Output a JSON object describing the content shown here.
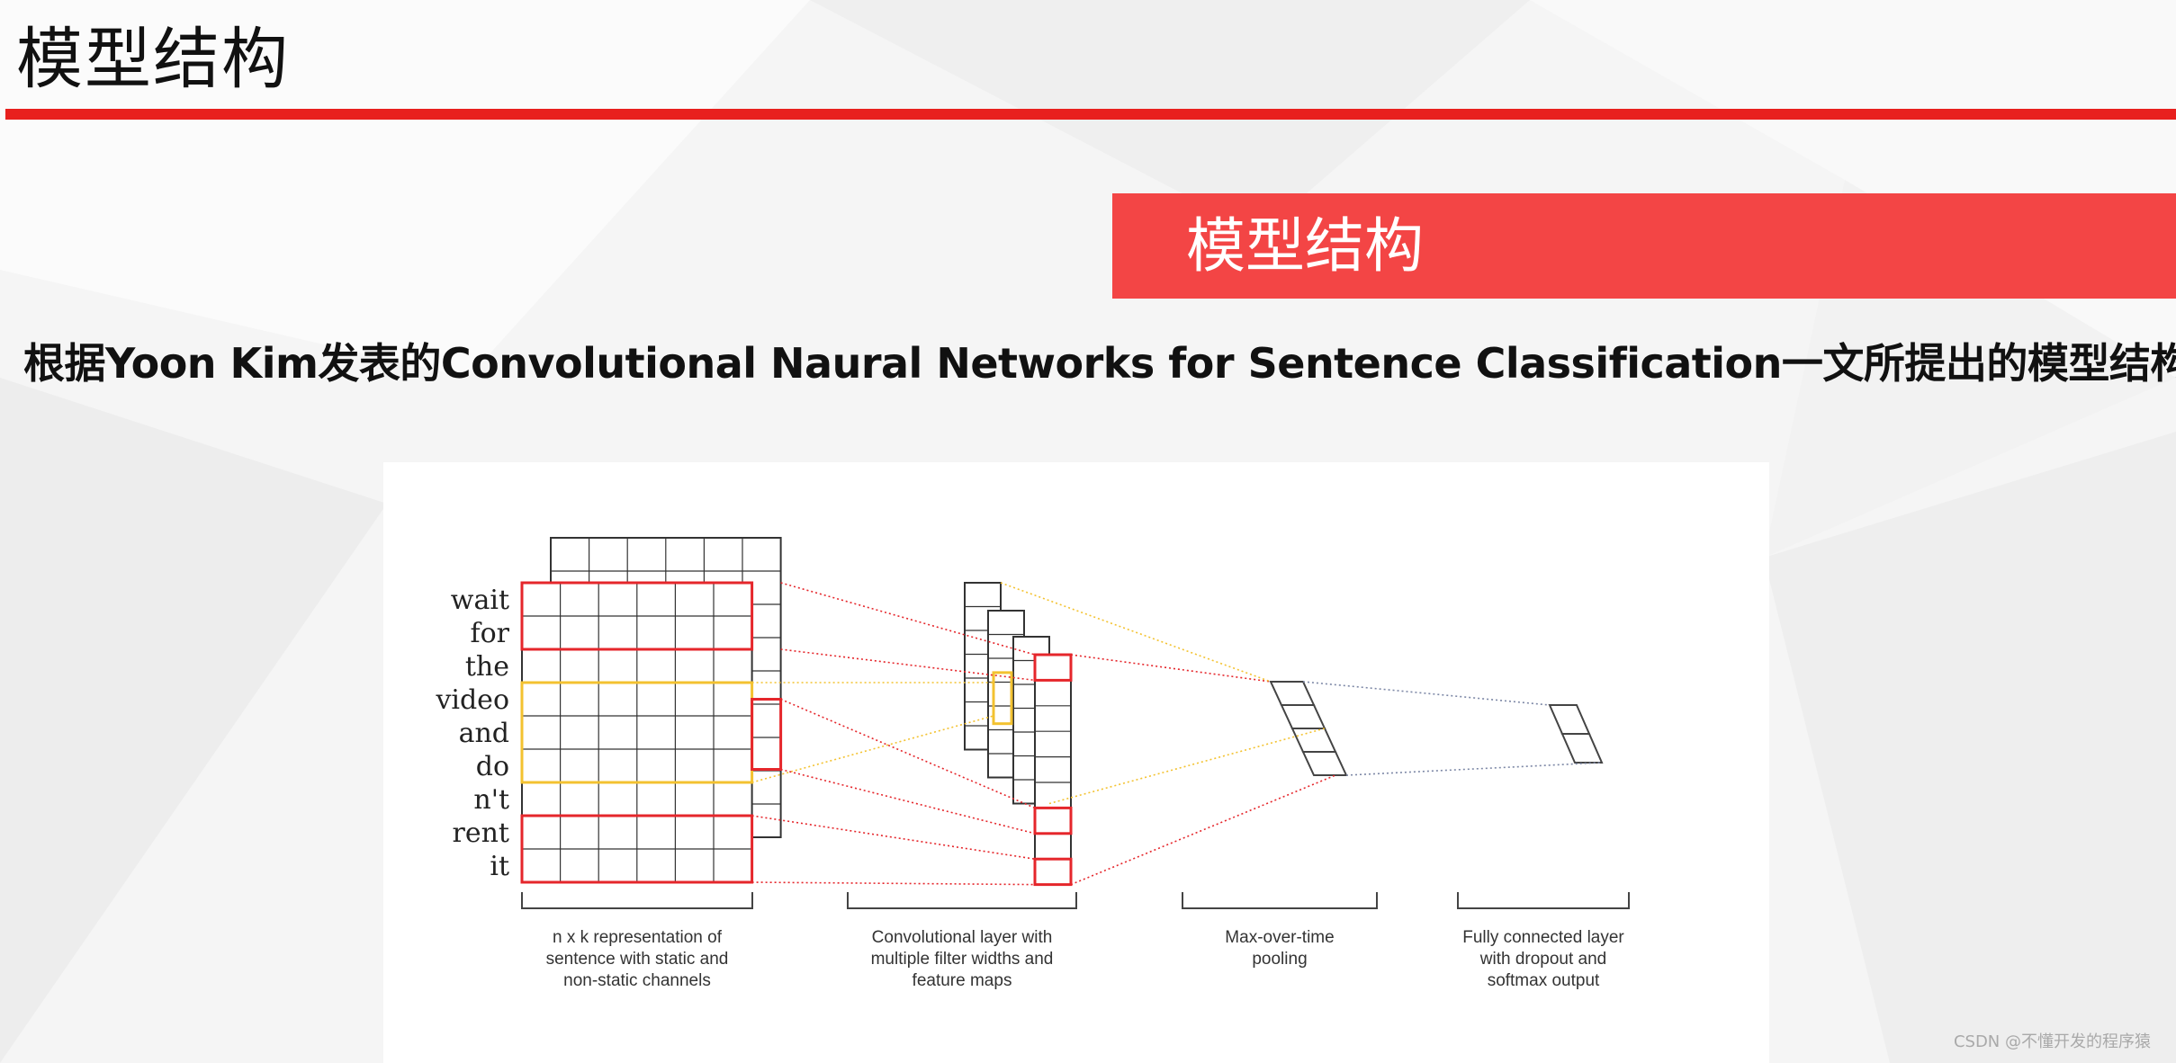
{
  "page": {
    "title": "模型结构",
    "banner": "模型结构",
    "intro": "根据Yoon Kim发表的Convolutional Naural Networks for Sentence Classification一文所提出的模型结构如图",
    "watermark": "CSDN @不懂开发的程序猿"
  },
  "colors": {
    "accent_red": "#e8201e",
    "banner_red": "#f34545",
    "filter_red": "#e5262b",
    "filter_yellow": "#f3c230",
    "link_blue": "#7d88a6"
  },
  "diagram": {
    "words": [
      "wait",
      "for",
      "the",
      "video",
      "and",
      "do",
      "n't",
      "rent",
      "it"
    ],
    "captions": [
      {
        "lines": [
          "n x k representation of",
          "sentence with static and",
          "non-static channels"
        ]
      },
      {
        "lines": [
          "Convolutional layer with",
          "multiple filter widths and",
          "feature maps"
        ]
      },
      {
        "lines": [
          "Max-over-time",
          "pooling"
        ]
      },
      {
        "lines": [
          "Fully connected layer",
          "with dropout and",
          "softmax output"
        ]
      }
    ]
  }
}
